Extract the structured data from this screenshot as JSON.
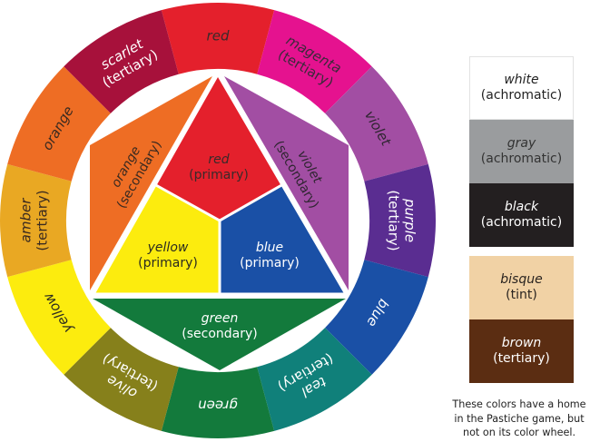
{
  "wheel": {
    "ring": [
      {
        "name": "red",
        "sub": "",
        "color": "#e4202c",
        "text_color": "#3a2a2a",
        "angle_deg": -90
      },
      {
        "name": "magenta",
        "sub": "(tertiary)",
        "color": "#e5128f",
        "text_color": "#3a2a3a",
        "angle_deg": -60
      },
      {
        "name": "violet",
        "sub": "",
        "color": "#a24ea3",
        "text_color": "#2e2530",
        "angle_deg": -30
      },
      {
        "name": "purple",
        "sub": "(tertiary)",
        "color": "#5a2d91",
        "text_color": "#ffffff",
        "angle_deg": 0
      },
      {
        "name": "blue",
        "sub": "",
        "color": "#1a50a6",
        "text_color": "#ffffff",
        "angle_deg": 30
      },
      {
        "name": "teal",
        "sub": "(tertiary)",
        "color": "#10807a",
        "text_color": "#ffffff",
        "angle_deg": 60
      },
      {
        "name": "green",
        "sub": "",
        "color": "#137a3c",
        "text_color": "#ffffff",
        "angle_deg": 90
      },
      {
        "name": "olive",
        "sub": "(tertiary)",
        "color": "#86801b",
        "text_color": "#ffffff",
        "angle_deg": 120
      },
      {
        "name": "yellow",
        "sub": "",
        "color": "#fcec0e",
        "text_color": "#2a2a20",
        "angle_deg": 150
      },
      {
        "name": "amber",
        "sub": "(tertiary)",
        "color": "#e9a823",
        "text_color": "#3a2a20",
        "angle_deg": 180
      },
      {
        "name": "orange",
        "sub": "",
        "color": "#ee6d24",
        "text_color": "#3a2a20",
        "angle_deg": 210
      },
      {
        "name": "scarlet",
        "sub": "(tertiary)",
        "color": "#a7113b",
        "text_color": "#ffffff",
        "angle_deg": 240
      }
    ],
    "inner": {
      "red": {
        "name": "red",
        "sub": "(primary)",
        "color": "#e4202c",
        "text_color": "#3a2a2a"
      },
      "yellow": {
        "name": "yellow",
        "sub": "(primary)",
        "color": "#fcec0e",
        "text_color": "#2a2a20"
      },
      "blue": {
        "name": "blue",
        "sub": "(primary)",
        "color": "#1a50a6",
        "text_color": "#ffffff"
      },
      "orange": {
        "name": "orange",
        "sub": "(secondary)",
        "color": "#ee6d24",
        "text_color": "#3a2a20"
      },
      "violet": {
        "name": "violet",
        "sub": "(secondary)",
        "color": "#a24ea3",
        "text_color": "#2e2530"
      },
      "green": {
        "name": "green",
        "sub": "(secondary)",
        "color": "#137a3c",
        "text_color": "#ffffff"
      }
    }
  },
  "legend": [
    {
      "name": "white",
      "sub": "(achromatic)",
      "color": "#ffffff",
      "text_color": "#222222",
      "border": "#e2e2e2"
    },
    {
      "name": "gray",
      "sub": "(achromatic)",
      "color": "#9a9c9e",
      "text_color": "#333333"
    },
    {
      "name": "black",
      "sub": "(achromatic)",
      "color": "#231f20",
      "text_color": "#ffffff"
    },
    {
      "name": "bisque",
      "sub": "(tint)",
      "color": "#f1d2a5",
      "text_color": "#2a2420"
    },
    {
      "name": "brown",
      "sub": "(tertiary)",
      "color": "#5b2d12",
      "text_color": "#ffffff"
    }
  ],
  "caption": [
    "These colors have a home",
    "in the Pastiche game, but",
    "not on its color wheel."
  ]
}
